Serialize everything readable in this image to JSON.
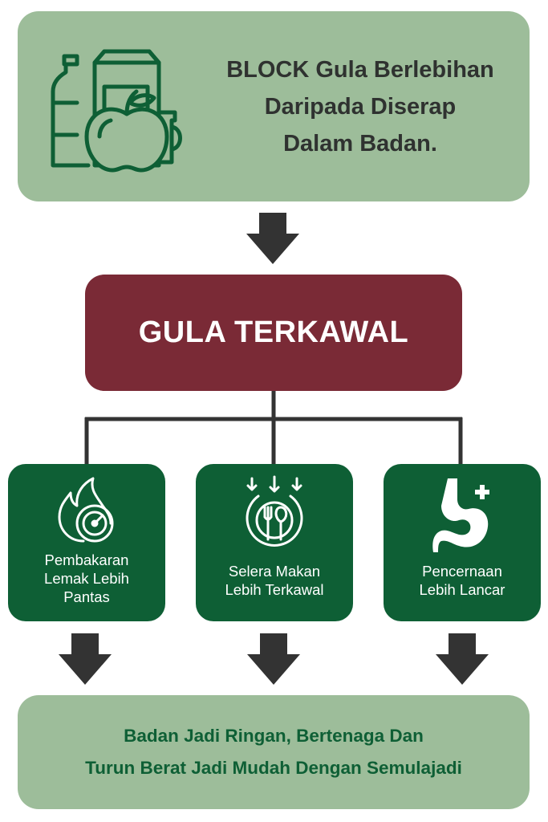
{
  "top": {
    "line1": "BLOCK Gula Berlebihan",
    "line2": "Daripada Diserap",
    "line3": "Dalam Badan.",
    "icon": "groceries-icon"
  },
  "center": {
    "title": "GULA TERKAWAL"
  },
  "cards": [
    {
      "line1": "Pembakaran",
      "line2": "Lemak Lebih",
      "line3": "Pantas",
      "icon": "fire-gauge-icon"
    },
    {
      "line1": "Selera Makan",
      "line2": "Lebih Terkawal",
      "icon": "plate-cutlery-icon"
    },
    {
      "line1": "Pencernaan",
      "line2": "Lebih Lancar",
      "icon": "stomach-icon"
    }
  ],
  "bottom": {
    "line1": "Badan Jadi Ringan, Bertenaga Dan",
    "line2": "Turun Berat Jadi Mudah Dengan Semulajadi"
  },
  "colors": {
    "light_green": "#9dbd9a",
    "dark_green": "#0e5f35",
    "maroon": "#7a2a36",
    "arrow": "#333333"
  }
}
